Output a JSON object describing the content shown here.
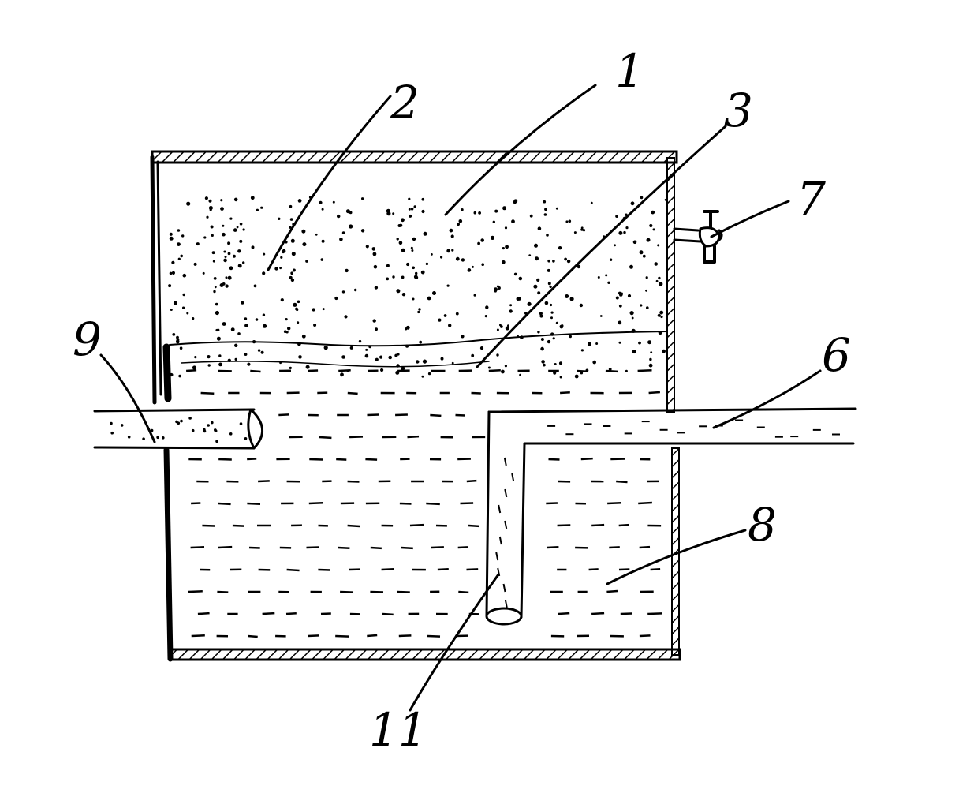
{
  "diagram": {
    "type": "patent-line-drawing",
    "ink_color": "#000000",
    "background_color": "#ffffff",
    "callouts": [
      {
        "id": "1",
        "label": "1"
      },
      {
        "id": "2",
        "label": "2"
      },
      {
        "id": "3",
        "label": "3"
      },
      {
        "id": "6",
        "label": "6"
      },
      {
        "id": "7",
        "label": "7"
      },
      {
        "id": "8",
        "label": "8"
      },
      {
        "id": "9",
        "label": "9"
      },
      {
        "id": "11",
        "label": "11"
      }
    ]
  }
}
